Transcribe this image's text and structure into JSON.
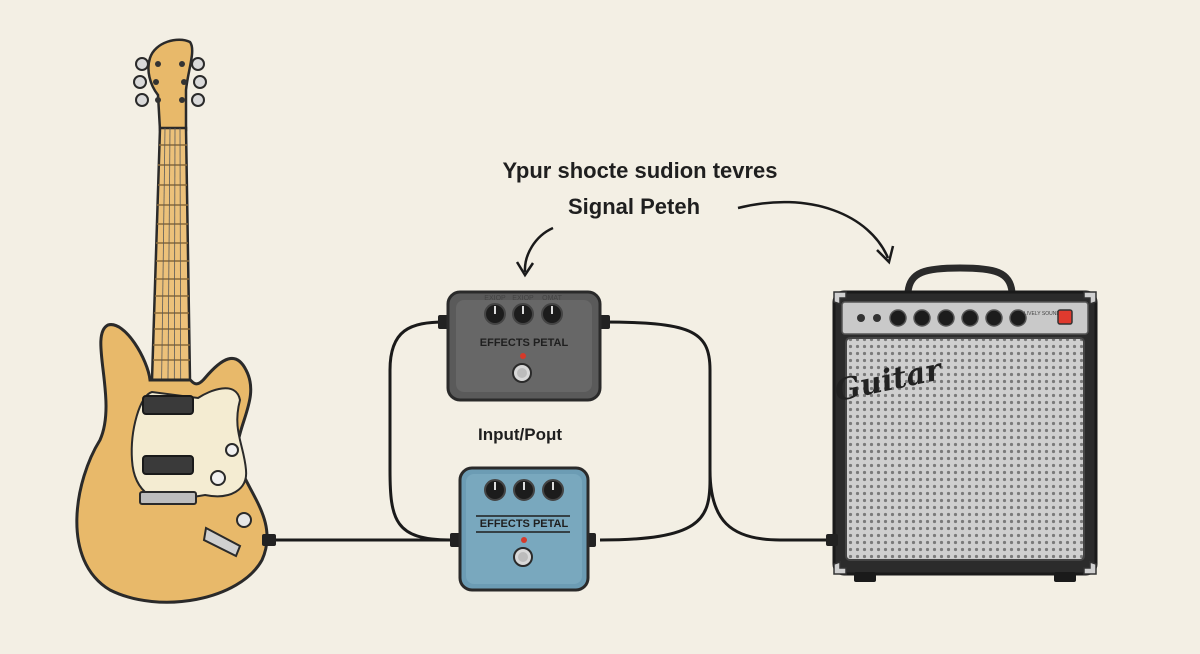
{
  "title": {
    "line1": "Ypur shocte sudion tevres",
    "line2": "Signal Peteh"
  },
  "middle_label": "Input/Poμt",
  "pedals": [
    {
      "name": "top-pedal",
      "label": "EFFECTS PETAL",
      "knob_labels": [
        "EXIOP",
        "EXIOP",
        "OMAT"
      ],
      "color": "#5a5a5a",
      "led_color": "#d63a2a"
    },
    {
      "name": "bottom-pedal",
      "label": "EFFECTS PETAL",
      "color": "#6c9cb4",
      "led_color": "#d63a2a"
    }
  ],
  "amp": {
    "logo": "Guitar",
    "panel_text": "LIVELY SOUND",
    "power_light_color": "#e03a2e"
  },
  "colors": {
    "background": "#f3efe4",
    "guitar_body": "#e8b96a",
    "pickguard": "#f4ecd2",
    "cable": "#1a1a1a"
  }
}
